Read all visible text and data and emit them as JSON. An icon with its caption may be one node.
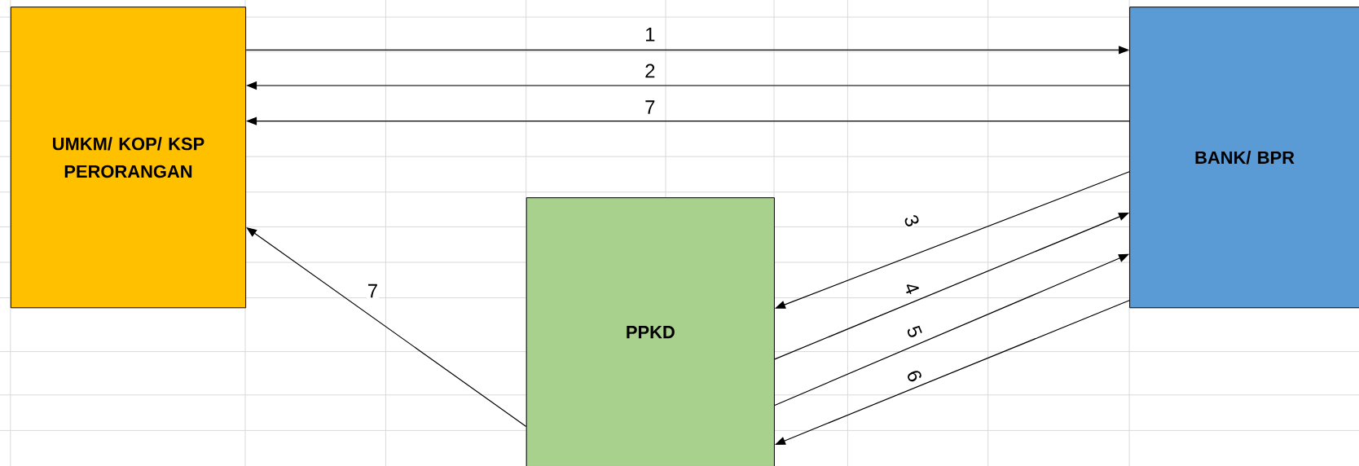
{
  "diagram": {
    "nodes": [
      {
        "text": [
          "UMKM/ KOP/ KSP PERORANGAN"
        ]
      },
      {
        "text": [
          "BANK/ BPR"
        ]
      },
      {
        "text": [
          "PPKD"
        ]
      }
    ],
    "edges": [
      {
        "from": 0,
        "to": 1,
        "arrow": "to",
        "label": "1"
      },
      {
        "from": 1,
        "to": 0,
        "arrow": "to",
        "label": "2"
      },
      {
        "from": 1,
        "to": 0,
        "arrow": "to",
        "label": "7"
      },
      {
        "from": 1,
        "to": 2,
        "arrow": "to",
        "label": "3"
      },
      {
        "from": 2,
        "to": 1,
        "arrow": "to",
        "label": "4"
      },
      {
        "from": 2,
        "to": 1,
        "arrow": "to",
        "label": "5"
      },
      {
        "from": 1,
        "to": 2,
        "arrow": "to",
        "label": "6"
      },
      {
        "from": 2,
        "to": 0,
        "arrow": "to",
        "label": "7"
      }
    ]
  }
}
